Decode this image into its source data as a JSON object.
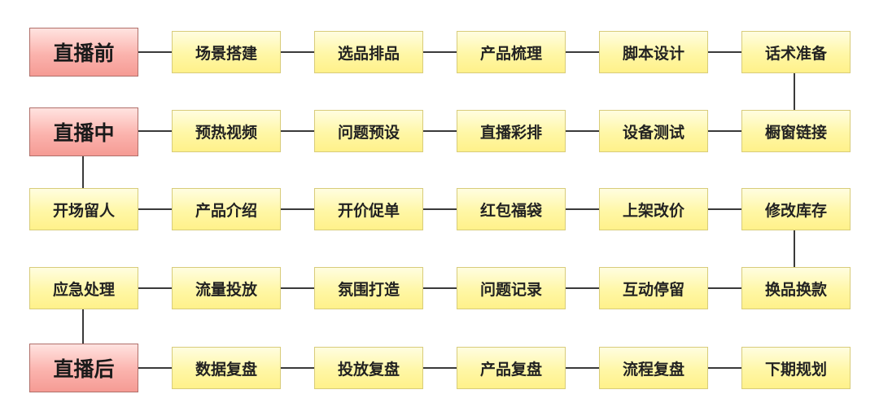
{
  "rows": [
    [
      "直播前",
      "场景搭建",
      "选品排品",
      "产品梳理",
      "脚本设计",
      "话术准备"
    ],
    [
      "直播中",
      "预热视频",
      "问题预设",
      "直播彩排",
      "设备测试",
      "橱窗链接"
    ],
    [
      "开场留人",
      "产品介绍",
      "开价促单",
      "红包福袋",
      "上架改价",
      "修改库存"
    ],
    [
      "应急处理",
      "流量投放",
      "氛围打造",
      "问题记录",
      "互动停留",
      "换品换款"
    ],
    [
      "直播后",
      "数据复盘",
      "投放复盘",
      "产品复盘",
      "流程复盘",
      "下期规划"
    ]
  ],
  "phases": [
    "直播前",
    "直播中",
    "直播后"
  ],
  "colors": {
    "step_fill": "#fff7a6",
    "step_border": "#d8cc7a",
    "phase_fill": "#fbb3ad",
    "phase_border": "#b0706a",
    "connector": "#3a3a3a"
  }
}
